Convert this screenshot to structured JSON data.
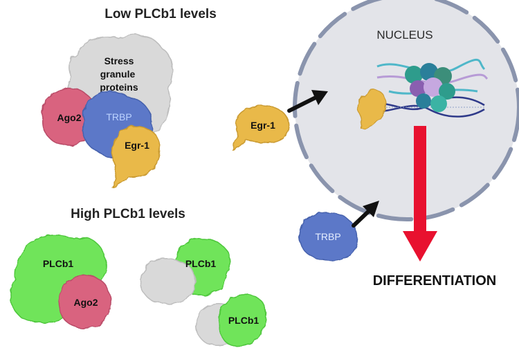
{
  "headings": {
    "low": "Low PLCb1 levels",
    "high": "High PLCb1 levels"
  },
  "complex_low": {
    "stress_granule_lines": [
      "Stress",
      "granule",
      "proteins"
    ],
    "ago2": "Ago2",
    "trbp": "TRBP",
    "egr1": "Egr-1"
  },
  "complex_high": {
    "plcb1_a": "PLCb1",
    "ago2": "Ago2",
    "plcb1_b": "PLCb1",
    "plcb1_c": "PLCb1"
  },
  "free_proteins": {
    "egr1": "Egr-1",
    "trbp": "TRBP"
  },
  "nucleus": {
    "label": "NUCLEUS"
  },
  "outcome": {
    "label": "DIFFERENTIATION"
  },
  "colors": {
    "stress_granule": "#d9d9d9",
    "ago2": "#d9637f",
    "trbp": "#5b78c8",
    "egr1": "#e9b94a",
    "plcb1": "#6fe45a",
    "nucleus_fill": "#e3e4e9",
    "nucleus_border": "#8a94ad",
    "arrow_red": "#e8112f",
    "arrow_black": "#111111"
  },
  "icons": [
    "nucleosome-dna-icon",
    "arrow-icon"
  ]
}
